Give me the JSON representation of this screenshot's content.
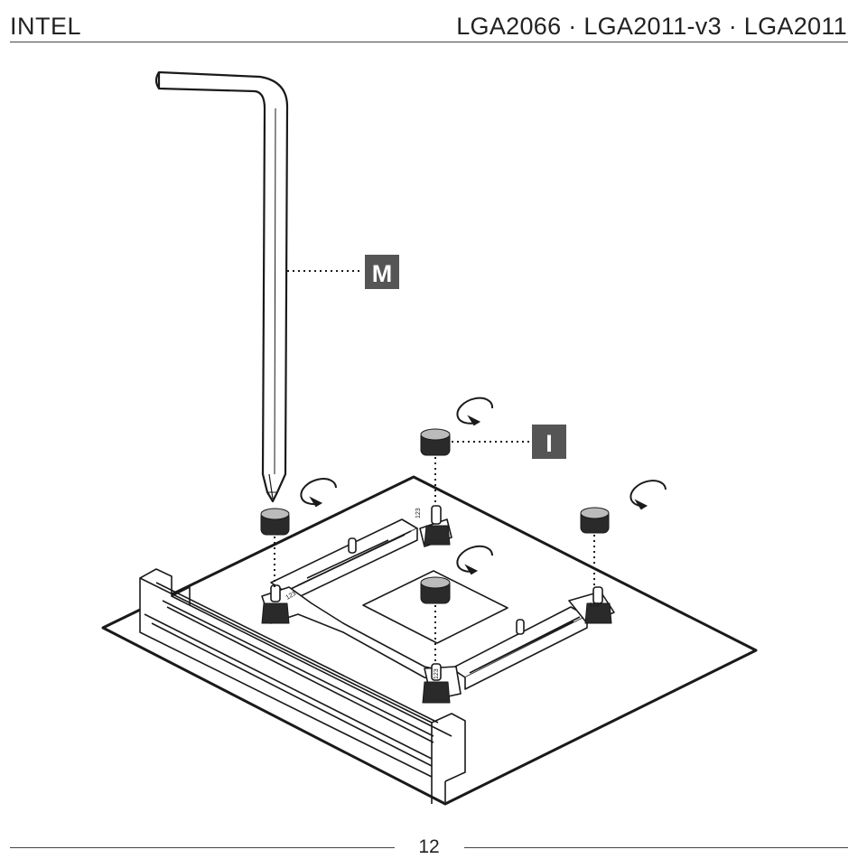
{
  "header": {
    "brand": "INTEL",
    "sockets": "LGA2066 · LGA2011-v3 · LGA2011"
  },
  "illustration": {
    "callout_m": "M",
    "callout_i": "I",
    "colors": {
      "line": "#1a1a1a",
      "tag": "#555555",
      "nut": "#2a2a2a"
    }
  },
  "footer": {
    "page_number": "12"
  }
}
